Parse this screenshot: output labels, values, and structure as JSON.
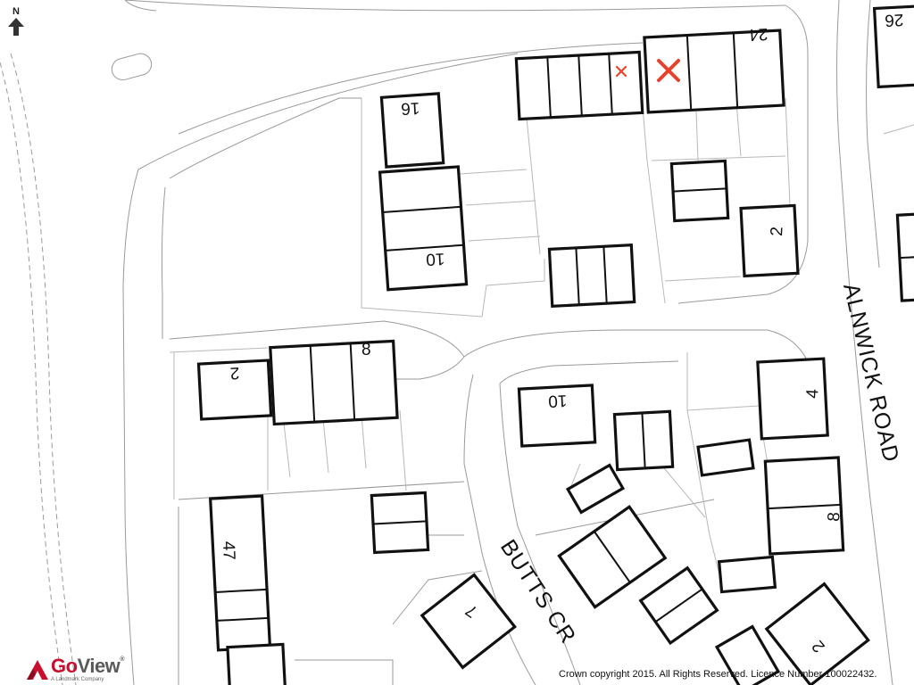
{
  "map": {
    "north_label": "N",
    "road_labels": {
      "alnwick": "ALNWICK ROAD",
      "butts": "BUTTS CR"
    },
    "house_numbers": {
      "n24": "24",
      "n26": "26",
      "n16": "16",
      "n10_north": "10",
      "n2_east": "2",
      "n8_west": "8",
      "n2_west": "2",
      "n10_south": "10",
      "n4": "4",
      "n8_east": "8",
      "n47": "47",
      "n7": "7",
      "n2_south": "2"
    },
    "markers": [
      "small-x",
      "large-x"
    ],
    "marker_color": "#e8412c"
  },
  "branding": {
    "brand_prefix": "Go",
    "brand_suffix": "View",
    "trademark": "®",
    "subtitle": "A Landmark Company"
  },
  "footer": {
    "copyright": "Crown copyright 2015. All Rights Reserved. Licence Number 100022432."
  }
}
